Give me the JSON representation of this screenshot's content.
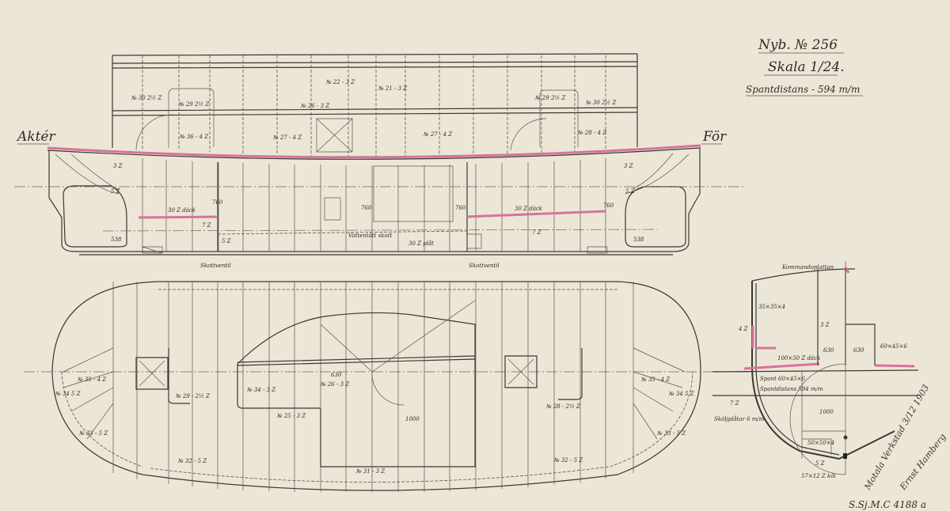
{
  "title_block": {
    "drawing_no": "Nyb. № 256",
    "scale": "Skala 1/24.",
    "frame_spacing": "Spantdistans - 594 m/m"
  },
  "profile": {
    "aft_label": "Aktér",
    "fwd_label": "För",
    "labels": [
      "№ 36 - 4 Z",
      "№ 27 - 4 Z",
      "№ 27 - 4 Z",
      "№ 28 - 4 Z",
      "№ 26 - 3 Z",
      "№ 22 - 3 Z",
      "№ 21 - 3 Z",
      "№ 30 2½ Z",
      "№ 29 2½ Z",
      "№ 29 2½ Z",
      "№ 30 2½ Z"
    ],
    "deck_aft": "30 Z däck",
    "deck_fwd": "30 Z däck",
    "valve_aft": "Skottventil",
    "valve_fwd": "Skottventil",
    "plate_notes": [
      "3 Z",
      "5 Z",
      "7 Z",
      "7 Z",
      "5 Z",
      "3 Z",
      "5 Z"
    ],
    "dims": [
      "538",
      "538",
      "760",
      "760",
      "760",
      "760"
    ],
    "bulkhead_note": "Vattentätt skott",
    "floor_note": "30 Z plåt"
  },
  "plan": {
    "labels": [
      "№ 35 - 4 Z",
      "№ 35 - 4 Z",
      "№ 33 - 5 Z",
      "№ 33 - 5 Z",
      "№ 32 - 5 Z",
      "№ 32 - 5 Z",
      "№ 31 - 3 Z",
      "№ 34 - 3 Z",
      "№ 26 - 3 Z",
      "№ 29 - 2½ Z",
      "№ 28 - 2½ Z",
      "№ 25 - 3 Z",
      "№ 34 5 Z",
      "№ 34 5 Z"
    ],
    "dims": [
      "630",
      "1000"
    ]
  },
  "section": {
    "platform": "Kommandoplattan",
    "frame": "Spant 60×45×6",
    "frame_spacing": "Spantdistans 594 m/m",
    "wash_plates": "Sköljplåtar 6 m/m",
    "deck": "100×50 Z däck",
    "keel": "57×12 Z köl",
    "angle_a": "35×35×4",
    "angle_b": "60×45×6",
    "angle_c": "50×50×4",
    "dims": [
      "630",
      "630",
      "1000",
      "3 Z",
      "4 Z",
      "5 Z",
      "7 Z"
    ]
  },
  "signature": "Motala Verkstad 3/12 1903",
  "signature_name": "Ernst Hamberg",
  "archive_stamp": "S.Sj.M.C 4188 a",
  "colors": {
    "paper": "#ece6d7",
    "ink": "#3b3832",
    "pink": "#d8729c"
  }
}
